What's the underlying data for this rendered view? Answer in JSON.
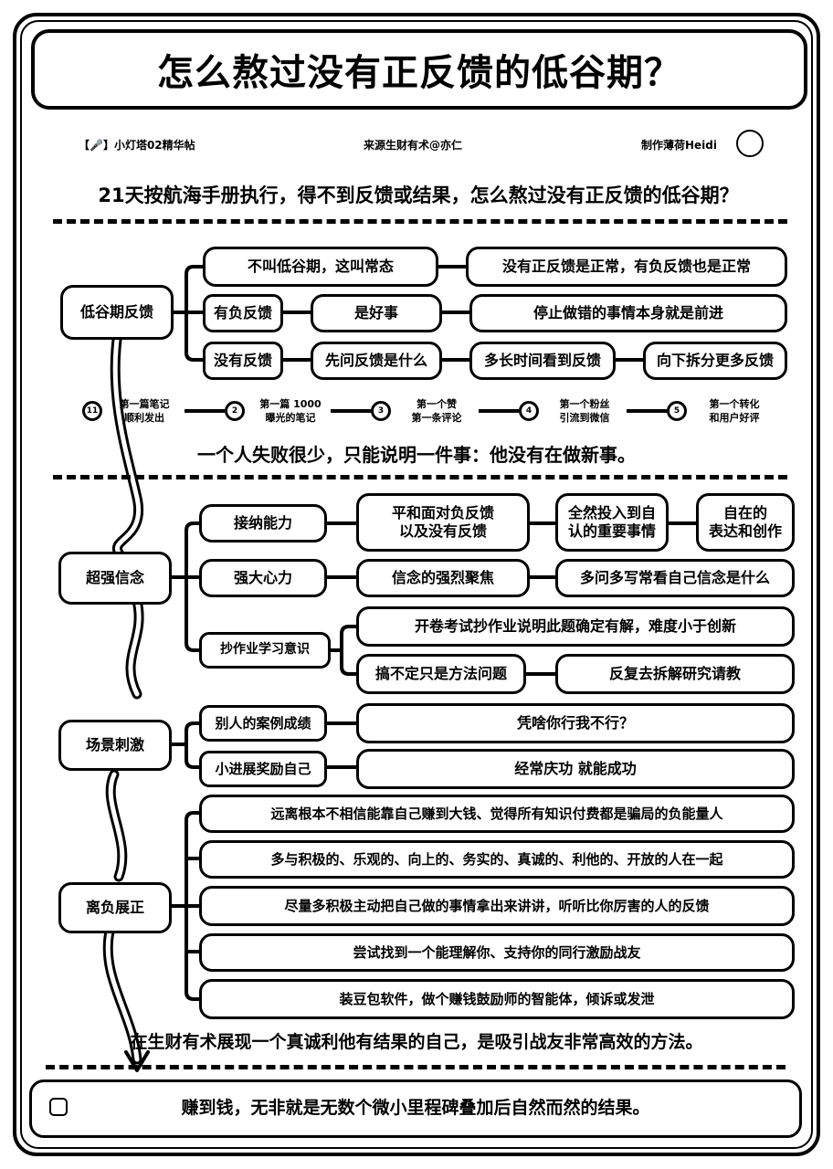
{
  "title": "怎么熬过没有正反馈的低谷期？",
  "meta": {
    "left": "【🎤】小灯塔02精华帖",
    "center": "来源生财有术@亦仁",
    "right": "制作薄荷Heidi"
  },
  "subtitle": "21天按航海手册执行，得不到反馈或结果，怎么熬过没有正反馈的低谷期？",
  "sections": {
    "s1": {
      "label": "低谷期反馈",
      "row1": [
        "不叫低谷期，这叫常态",
        "没有正反馈是正常，有负反馈也是正常"
      ],
      "row2": [
        "有负反馈",
        "是好事",
        "停止做错的事情本身就是前进"
      ],
      "row3": [
        "没有反馈",
        "先问反馈是什么",
        "多长时间看到反馈",
        "向下拆分更多反馈"
      ]
    },
    "s2": {
      "label": "超强信念",
      "row1": [
        "接纳能力",
        "平和面对负反馈\n以及没有反馈",
        "全然投入到自\n认的重要事情",
        "自在的\n表达和创作"
      ],
      "row2": [
        "强大心力",
        "信念的强烈聚焦",
        "多问多写常看自己信念是什么"
      ],
      "row3": [
        "抄作业学习意识",
        "开卷考试抄作业说明此题确定有解，难度小于创新",
        "搞不定只是方法问题",
        "反复去拆解研究请教"
      ]
    },
    "s3": {
      "label": "场景刺激",
      "row1": [
        "别人的案例成绩",
        "凭啥你行我不行？"
      ],
      "row2": [
        "小进展奖励自己",
        "经常庆功 就能成功"
      ]
    },
    "s4": {
      "label": "离负展正",
      "items": [
        "远离根本不相信能靠自己赚到大钱、觉得所有知识付费都是骗局的负能量人",
        "多与积极的、乐观的、向上的、务实的、真诚的、利他的、开放的人在一起",
        "尽量多积极主动把自己做的事情拿出来讲讲，听听比你厉害的人的反馈",
        "尝试找到一个能理解你、支持你的同行激励战友",
        "装豆包软件，做个赚钱鼓励师的智能体，倾诉或发泄"
      ]
    }
  },
  "milestones": [
    {
      "num": "11",
      "text": [
        "第一篇笔记",
        "顺利发出"
      ]
    },
    {
      "num": "2",
      "text": [
        "第一篇 1000",
        "曝光的笔记"
      ]
    },
    {
      "num": "3",
      "text": [
        "第一个赞",
        "第一条评论"
      ]
    },
    {
      "num": "4",
      "text": [
        "第一个粉丝",
        "引流到微信"
      ]
    },
    {
      "num": "5",
      "text": [
        "第一个转化",
        "和用户好评"
      ]
    }
  ],
  "quote1": "一个人失败很少，只能说明一件事：他没有在做新事。",
  "quote2": "在生财有术展现一个真诚利他有结果的自己，是吸引战友非常高效的方法。",
  "footer": "赚到钱，无非就是无数个微小里程碑叠加后自然而然的结果。"
}
